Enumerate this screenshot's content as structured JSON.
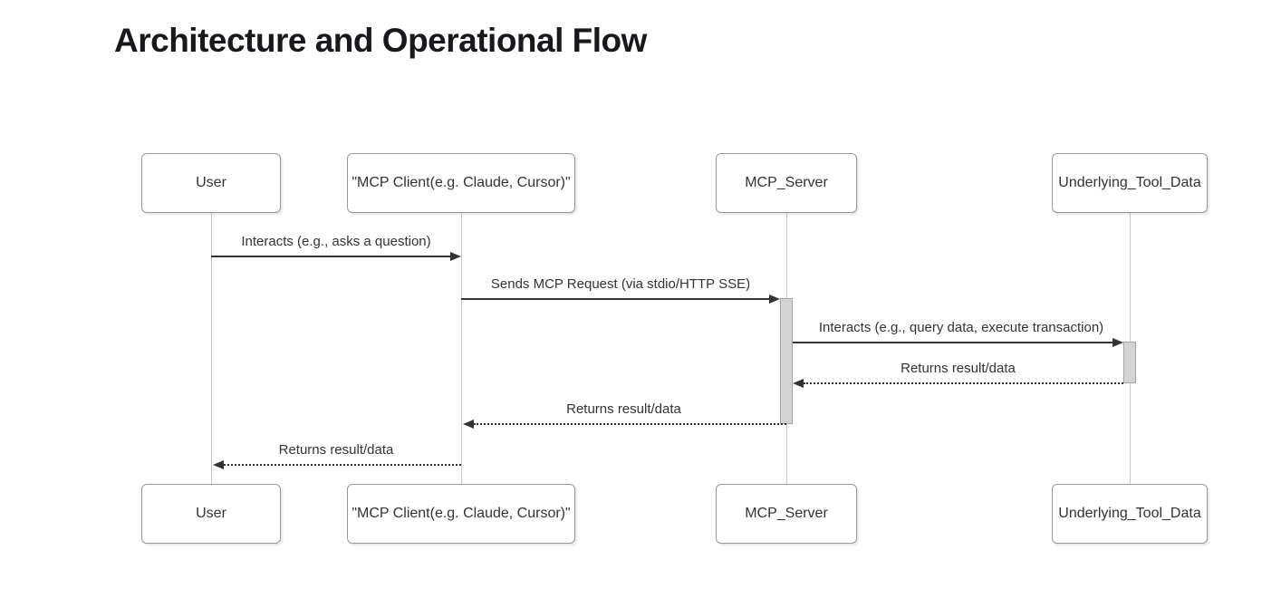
{
  "title": "Architecture and Operational Flow",
  "diagram": {
    "type": "sequence-diagram",
    "actors": [
      {
        "id": "user",
        "label": "User"
      },
      {
        "id": "mcp-client",
        "label": "\"MCP Client(e.g. Claude, Cursor)\""
      },
      {
        "id": "mcp-server",
        "label": "MCP_Server"
      },
      {
        "id": "underlying-tool-data",
        "label": "Underlying_Tool_Data"
      }
    ],
    "messages": [
      {
        "from": "user",
        "to": "mcp-client",
        "label": "Interacts (e.g., asks a question)",
        "line": "solid",
        "direction": "right"
      },
      {
        "from": "mcp-client",
        "to": "mcp-server",
        "label": "Sends MCP Request (via stdio/HTTP SSE)",
        "line": "solid",
        "direction": "right"
      },
      {
        "from": "mcp-server",
        "to": "underlying-tool-data",
        "label": "Interacts (e.g., query data, execute transaction)",
        "line": "solid",
        "direction": "right"
      },
      {
        "from": "underlying-tool-data",
        "to": "mcp-server",
        "label": "Returns result/data",
        "line": "dotted",
        "direction": "left"
      },
      {
        "from": "mcp-server",
        "to": "mcp-client",
        "label": "Returns result/data",
        "line": "dotted",
        "direction": "left"
      },
      {
        "from": "mcp-client",
        "to": "user",
        "label": "Returns result/data",
        "line": "dotted",
        "direction": "left"
      }
    ],
    "activations": [
      {
        "actor": "mcp-server"
      },
      {
        "actor": "underlying-tool-data"
      }
    ],
    "colors": {
      "actor_fill": "#ffffff",
      "actor_border": "#999999",
      "lifeline": "#c9c9c9",
      "activation_fill": "#d4d4d4",
      "activation_border": "#a3a3a3",
      "arrow": "#333333",
      "text": "#333333",
      "title": "#17191d"
    }
  }
}
